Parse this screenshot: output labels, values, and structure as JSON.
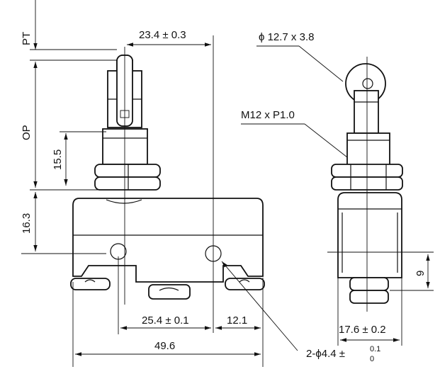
{
  "labels": {
    "pt": "PT",
    "op": "OP",
    "dim_23_4": "23.4 ± 0.3",
    "dim_15_5": "15.5",
    "dim_16_3": "16.3",
    "roller": "ϕ 12.7 x 3.8",
    "thread": "M12 x P1.0",
    "dim_9": "9",
    "dim_25_4": "25.4 ± 0.1",
    "dim_12_1": "12.1",
    "dim_49_6": "49.6",
    "dim_17_6": "17.6 ± 0.2",
    "holes_main": "2-ϕ4.4 ±",
    "holes_tol_upper": "0.1",
    "holes_tol_lower": "0"
  }
}
